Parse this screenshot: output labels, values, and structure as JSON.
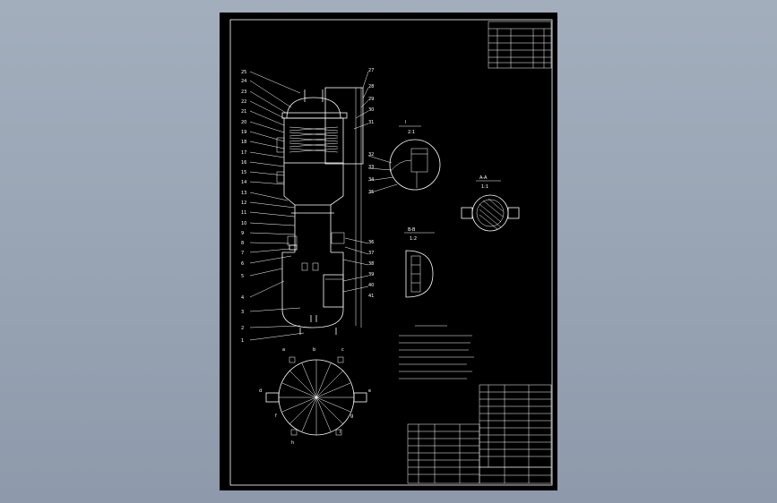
{
  "drawing": {
    "background_color": "#8e9aab",
    "sheet_color": "#000000",
    "line_color": "#ffffff",
    "callouts_left": [
      "25",
      "24",
      "23",
      "22",
      "21",
      "20",
      "19",
      "18",
      "17",
      "16",
      "15",
      "14",
      "13",
      "12",
      "11",
      "10",
      "9",
      "8",
      "7",
      "6",
      "5",
      "4",
      "3",
      "2",
      "1"
    ],
    "callouts_right": [
      "27",
      "28",
      "29",
      "30",
      "31",
      "32",
      "33",
      "34",
      "35",
      "36",
      "37",
      "38",
      "39",
      "40",
      "41"
    ],
    "detail_i_label": "I",
    "detail_i_scale": "2:1",
    "section_a_label": "A-A",
    "section_a_scale": "1:1",
    "section_b_label": "B-B",
    "section_b_scale": "1:2",
    "nozzle_labels": [
      "a",
      "b",
      "c",
      "d",
      "e",
      "f",
      "g",
      "h",
      "i"
    ]
  }
}
